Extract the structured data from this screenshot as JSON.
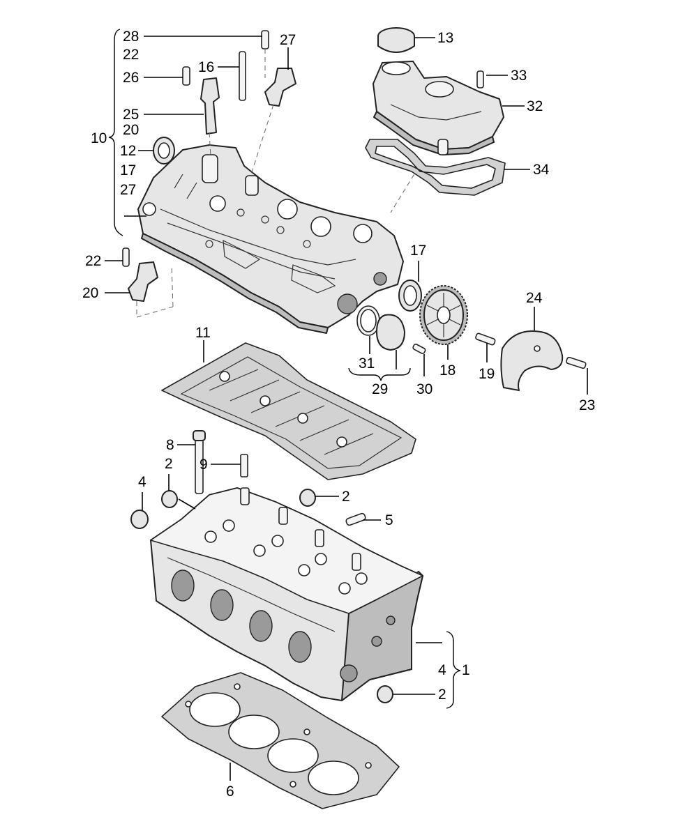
{
  "labels": {
    "l28": "28",
    "l22a": "22",
    "l26": "26",
    "l16": "16",
    "l27a": "27",
    "l25": "25",
    "l20a": "20",
    "l10": "10",
    "l12": "12",
    "l17a": "17",
    "l27b": "27",
    "l22b": "22",
    "l20b": "20",
    "l13": "13",
    "l33": "33",
    "l32": "32",
    "l34": "34",
    "l17b": "17",
    "l24": "24",
    "l11": "11",
    "l31": "31",
    "l29": "29",
    "l30": "30",
    "l18": "18",
    "l19": "19",
    "l23": "23",
    "l8": "8",
    "l9": "9",
    "l2a": "2",
    "l4a": "4",
    "l2b": "2",
    "l5": "5",
    "l4b": "4",
    "l1": "1",
    "l2c": "2",
    "l6": "6"
  },
  "colors": {
    "line": "#000000",
    "part_fill": "#e6e6e6",
    "shadow": "#bdbdbd"
  }
}
